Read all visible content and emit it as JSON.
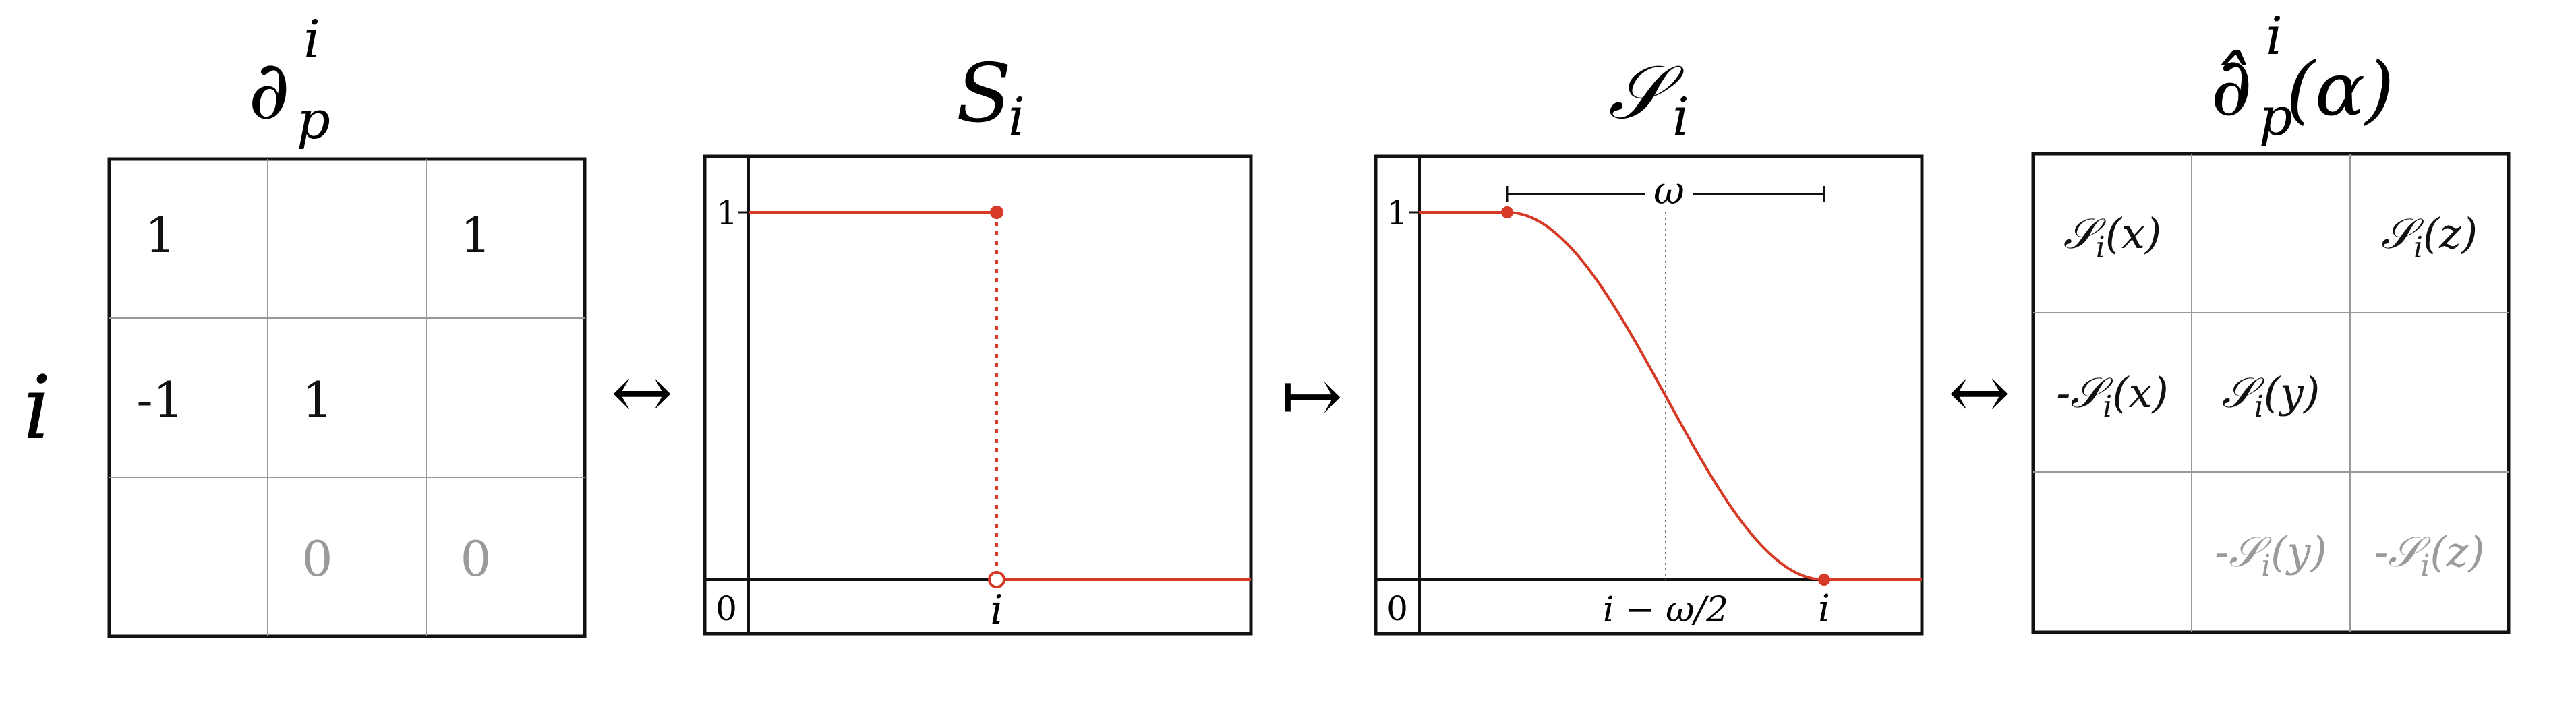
{
  "row_label": "i",
  "arrows": {
    "left": "↔",
    "middle": "↦",
    "right": "↔"
  },
  "matrix1": {
    "title_base": "∂",
    "title_sup": "i",
    "title_sub": "p",
    "cells": [
      [
        "1",
        "",
        "1"
      ],
      [
        "-1",
        "1",
        ""
      ],
      [
        "",
        "0",
        "0"
      ]
    ],
    "gray_cells": [
      [
        2,
        1
      ],
      [
        2,
        2
      ]
    ]
  },
  "step_plot": {
    "title_base": "S",
    "title_sub": "i",
    "y_one": "1",
    "origin": "0",
    "x_mark": "i",
    "chart_data": {
      "type": "line",
      "x": [
        "0",
        "i",
        "i+"
      ],
      "y": [
        1,
        1,
        0
      ]
    }
  },
  "smooth_plot": {
    "title_base": "𝒮",
    "title_sub": "i",
    "y_one": "1",
    "origin": "0",
    "width_label": "ω",
    "mid_label": "i − ω/2",
    "x_mark": "i",
    "chart_data": {
      "type": "line",
      "description_points": [
        {
          "x": "i−ω",
          "y": 1
        },
        {
          "x": "i−ω/2",
          "y": 0.5
        },
        {
          "x": "i",
          "y": 0
        }
      ]
    }
  },
  "matrix2": {
    "title_base": "∂̂",
    "title_sup": "i",
    "title_sub": "p",
    "title_arg": "(α)",
    "cells": [
      [
        {
          "sign": "",
          "fn": "𝒮",
          "arg": "(x)"
        },
        null,
        {
          "sign": "",
          "fn": "𝒮",
          "arg": "(z)"
        }
      ],
      [
        {
          "sign": "-",
          "fn": "𝒮",
          "arg": "(x)"
        },
        {
          "sign": "",
          "fn": "𝒮",
          "arg": "(y)"
        },
        null
      ],
      [
        null,
        {
          "sign": "-",
          "fn": "𝒮",
          "arg": "(y)"
        },
        {
          "sign": "-",
          "fn": "𝒮",
          "arg": "(z)"
        }
      ]
    ],
    "sub": "i",
    "gray_cells": [
      [
        2,
        1
      ],
      [
        2,
        2
      ]
    ]
  },
  "colors": {
    "red": "#d63a26",
    "gray": "#9a9a9a",
    "ink": "#111111",
    "grid": "#9a9a9a"
  }
}
